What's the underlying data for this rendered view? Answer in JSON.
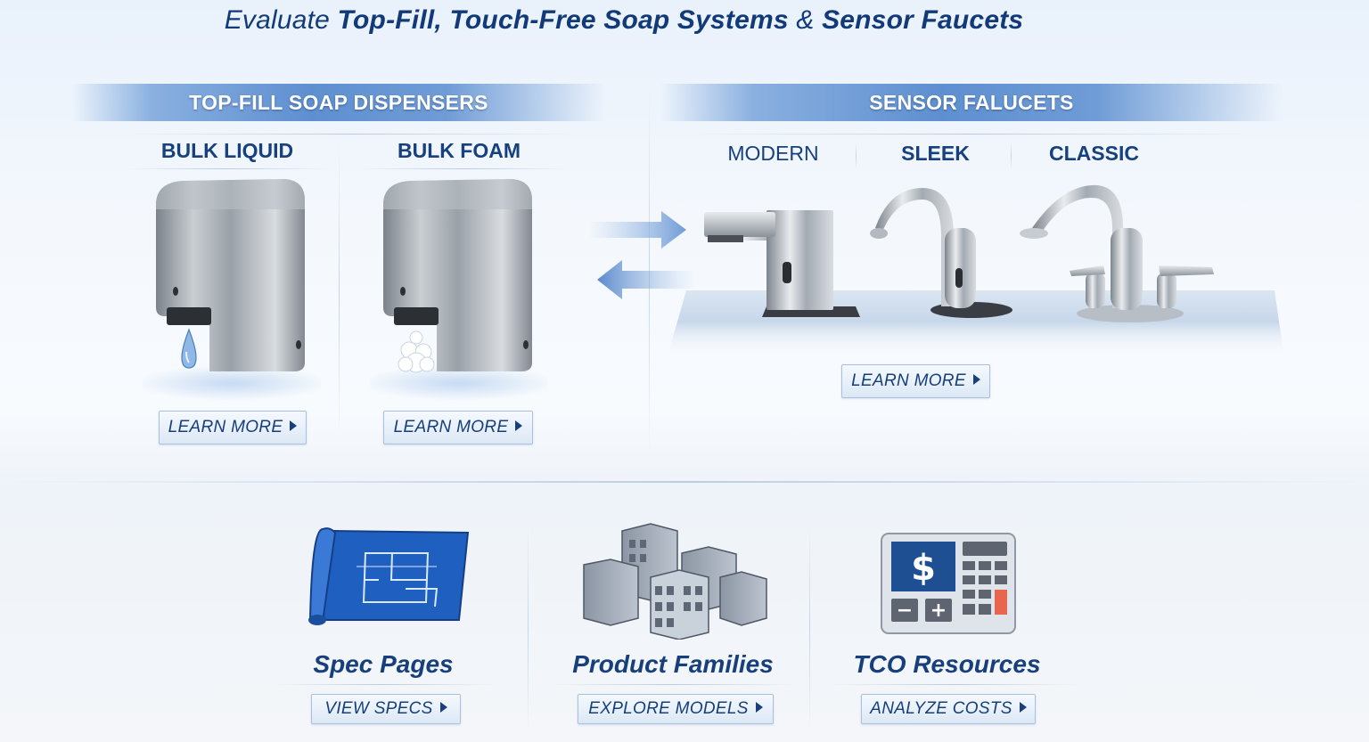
{
  "header": {
    "title_prefix": "Evaluate",
    "title_main": "Top-Fill, Touch-Free Soap Systems",
    "title_amp": "&",
    "title_end": "Sensor Faucets"
  },
  "soap_section": {
    "banner": "TOP-FILL SOAP DISPENSERS",
    "products": [
      {
        "label": "BULK LIQUID",
        "button": "LEARN MORE"
      },
      {
        "label": "BULK FOAM",
        "button": "LEARN MORE"
      }
    ]
  },
  "faucet_section": {
    "banner": "SENSOR FALUCETS",
    "styles": [
      "MODERN",
      "SLEEK",
      "CLASSIC"
    ],
    "button": "LEARN MORE"
  },
  "resources": [
    {
      "title": "Spec Pages",
      "button": "VIEW SPECS",
      "icon": "blueprint-icon"
    },
    {
      "title": "Product Families",
      "button": "EXPLORE MODELS",
      "icon": "buildings-icon"
    },
    {
      "title": "TCO Resources",
      "button": "ANALYZE COSTS",
      "icon": "calculator-icon"
    }
  ],
  "calculator_symbols": {
    "currency": "$",
    "minus": "−",
    "plus": "+"
  },
  "colors": {
    "primary": "#173f7c",
    "banner": "#5e8fd0",
    "accent_red": "#e8664f"
  }
}
